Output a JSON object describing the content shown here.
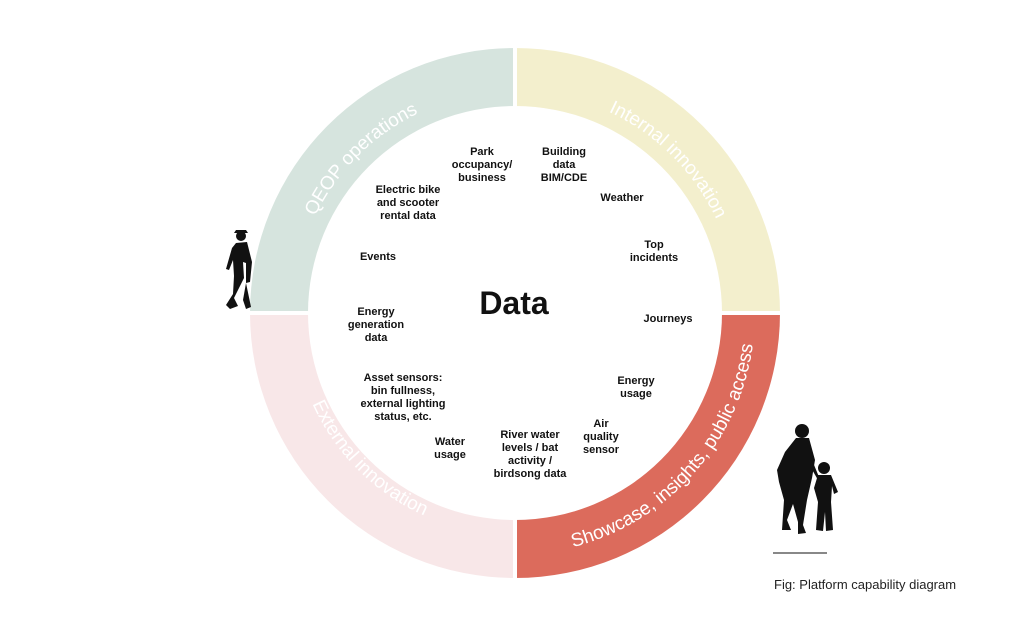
{
  "center_label": "Data",
  "quadrants": [
    {
      "label": "QEOP operations",
      "color": "#d6e4de"
    },
    {
      "label": "Internal innovation",
      "color": "#f3efcd"
    },
    {
      "label": "Showcase, insights, public access",
      "color": "#dc6b5c"
    },
    {
      "label": "External innovation",
      "color": "#f8e7e8"
    }
  ],
  "data_items": [
    [
      "Park",
      "occupancy/",
      "business"
    ],
    [
      "Building",
      "data",
      "BIM/CDE"
    ],
    [
      "Weather"
    ],
    [
      "Top",
      "incidents"
    ],
    [
      "Journeys"
    ],
    [
      "Energy",
      "usage"
    ],
    [
      "Air",
      "quality",
      "sensor"
    ],
    [
      "River water",
      "levels / bat",
      "activity /",
      "birdsong data"
    ],
    [
      "Water",
      "usage"
    ],
    [
      "Asset sensors:",
      "bin fullness,",
      "external lighting",
      "status, etc."
    ],
    [
      "Energy",
      "generation",
      "data"
    ],
    [
      "Events"
    ],
    [
      "Electric bike",
      "and scooter",
      "rental data"
    ]
  ],
  "icons": [
    "walking-man-silhouette-icon",
    "woman-and-child-silhouette-icon"
  ],
  "caption": "Fig: Platform capability diagram"
}
